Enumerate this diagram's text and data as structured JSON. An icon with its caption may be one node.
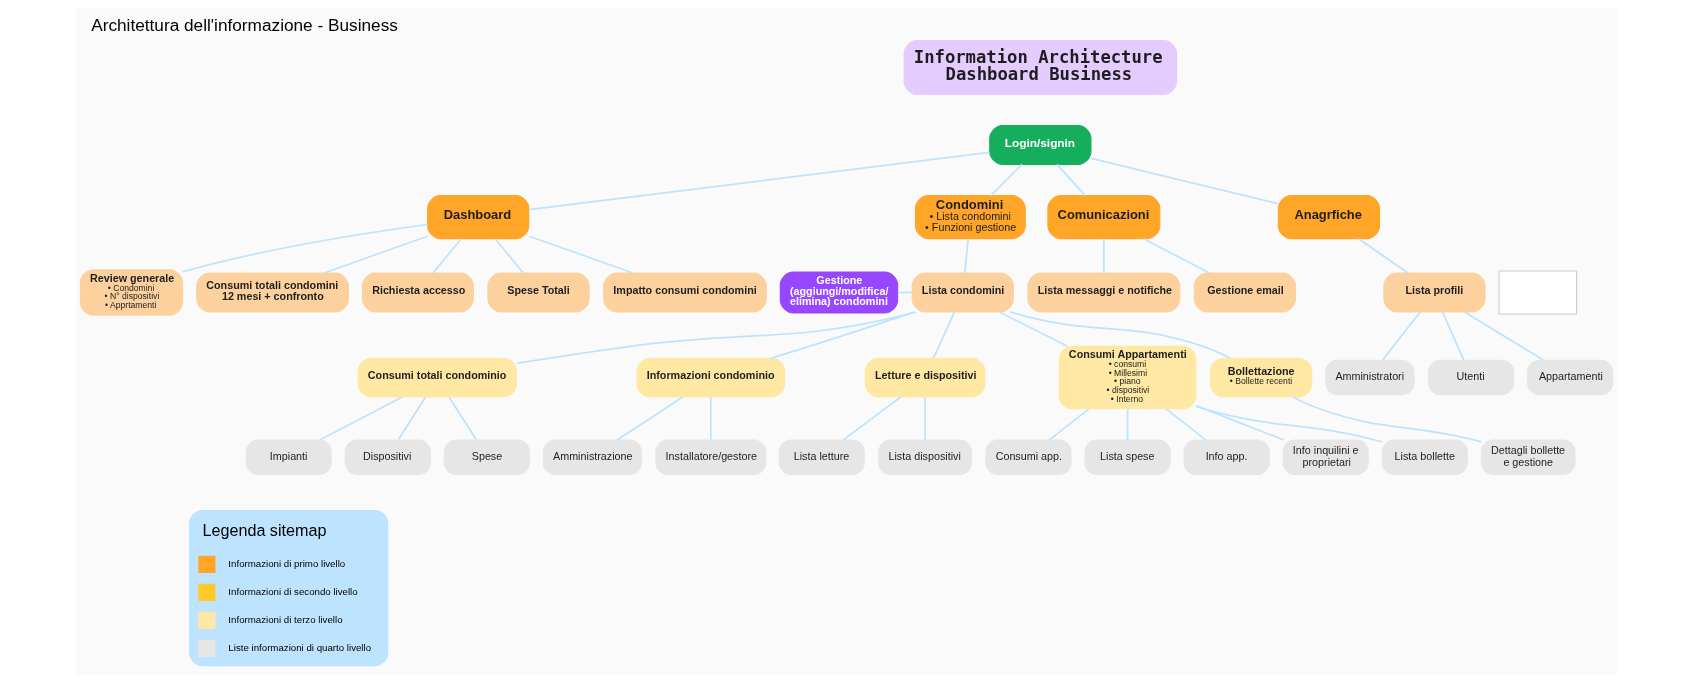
{
  "diagram": {
    "title": "Architettura dell'informazione - Business",
    "nodes": [
      {
        "text": [
          "Information Architecture Dashboard Business"
        ]
      },
      {
        "text": [
          "Login/signin"
        ]
      },
      {
        "text": [
          "Dashboard"
        ]
      },
      {
        "text": [
          "Condomini",
          "• Lista condomini",
          "• Funzioni gestione"
        ]
      },
      {
        "text": [
          "Comunicazioni"
        ]
      },
      {
        "text": [
          "Anagrfiche"
        ]
      },
      {
        "text": [
          "Review generale",
          "• Condomini",
          "• N° dispositivi",
          "• Apprtamenti"
        ]
      },
      {
        "text": [
          "Consumi totali condomini 12 mesi + confronto"
        ]
      },
      {
        "text": [
          "Richiesta accesso"
        ]
      },
      {
        "text": [
          "Spese Totali"
        ]
      },
      {
        "text": [
          "Impatto consumi condomini"
        ]
      },
      {
        "text": [],
        "shape": "box"
      },
      {
        "text": [
          "Gestione (aggiungi/modifica/ elimina) condomini"
        ]
      },
      {
        "text": [
          "Lista condomini"
        ]
      },
      {
        "text": [
          "Lista messaggi e notifiche"
        ]
      },
      {
        "text": [
          "Gestione email"
        ]
      },
      {
        "text": [
          "Lista profili"
        ]
      },
      {
        "text": [
          "Consumi totali condominio"
        ]
      },
      {
        "text": [
          "Informazioni condominio"
        ]
      },
      {
        "text": [
          "Letture e dispositivi"
        ]
      },
      {
        "text": [
          "Consumi Appartamenti",
          "• consumi",
          "• Millesimi",
          "• piano",
          "• dispositivi",
          "• Interno"
        ]
      },
      {
        "text": [
          "Bollettazione",
          "• Bollette recenti"
        ]
      },
      {
        "text": [
          "Impianti"
        ]
      },
      {
        "text": [
          "Dispositivi"
        ]
      },
      {
        "text": [
          "Spese"
        ]
      },
      {
        "text": [
          "Amministrazione"
        ]
      },
      {
        "text": [
          "Installatore/gestore"
        ]
      },
      {
        "text": [
          "Lista letture"
        ]
      },
      {
        "text": [
          "Lista dispositivi"
        ]
      },
      {
        "text": [
          "Dettagli bollette e gestione"
        ]
      },
      {
        "text": [
          "Consumi app."
        ]
      },
      {
        "text": [
          "Lista spese"
        ]
      },
      {
        "text": [
          "Info app."
        ]
      },
      {
        "text": [
          "Info inquilini e proprietari"
        ]
      },
      {
        "text": [
          "Lista bollette"
        ]
      },
      {
        "text": [
          "Amministratori"
        ]
      },
      {
        "text": [
          "Utenti"
        ]
      },
      {
        "text": [
          "Appartamenti"
        ]
      }
    ],
    "edges": [
      {
        "from": 1,
        "to": 2,
        "arrow": "none"
      },
      {
        "from": 1,
        "to": 3,
        "arrow": "none"
      },
      {
        "from": 1,
        "to": 4,
        "arrow": "none"
      },
      {
        "from": 1,
        "to": 5,
        "arrow": "none"
      },
      {
        "from": 2,
        "to": 6,
        "arrow": "none"
      },
      {
        "from": 2,
        "to": 7,
        "arrow": "none"
      },
      {
        "from": 2,
        "to": 8,
        "arrow": "none"
      },
      {
        "from": 2,
        "to": 9,
        "arrow": "none"
      },
      {
        "from": 2,
        "to": 10,
        "arrow": "none"
      },
      {
        "from": 3,
        "to": 13,
        "arrow": "none"
      },
      {
        "from": 12,
        "to": 13,
        "arrow": "none"
      },
      {
        "from": 4,
        "to": 14,
        "arrow": "none"
      },
      {
        "from": 4,
        "to": 15,
        "arrow": "none"
      },
      {
        "from": 5,
        "to": 16,
        "arrow": "none"
      },
      {
        "from": 13,
        "to": 17,
        "arrow": "none"
      },
      {
        "from": 13,
        "to": 18,
        "arrow": "none"
      },
      {
        "from": 13,
        "to": 19,
        "arrow": "none"
      },
      {
        "from": 13,
        "to": 20,
        "arrow": "none"
      },
      {
        "from": 13,
        "to": 21,
        "arrow": "none"
      },
      {
        "from": 16,
        "to": 35,
        "arrow": "none"
      },
      {
        "from": 16,
        "to": 36,
        "arrow": "none"
      },
      {
        "from": 16,
        "to": 37,
        "arrow": "none"
      },
      {
        "from": 17,
        "to": 22,
        "arrow": "none"
      },
      {
        "from": 17,
        "to": 23,
        "arrow": "none"
      },
      {
        "from": 17,
        "to": 24,
        "arrow": "none"
      },
      {
        "from": 18,
        "to": 25,
        "arrow": "none"
      },
      {
        "from": 18,
        "to": 26,
        "arrow": "none"
      },
      {
        "from": 19,
        "to": 27,
        "arrow": "none"
      },
      {
        "from": 19,
        "to": 28,
        "arrow": "none"
      },
      {
        "from": 21,
        "to": 29,
        "arrow": "none"
      },
      {
        "from": 20,
        "to": 30,
        "arrow": "none"
      },
      {
        "from": 20,
        "to": 31,
        "arrow": "none"
      },
      {
        "from": 20,
        "to": 32,
        "arrow": "none"
      },
      {
        "from": 20,
        "to": 33,
        "arrow": "none"
      },
      {
        "from": 20,
        "to": 34,
        "arrow": "none"
      }
    ],
    "labels": [
      "Legenda sitemap"
    ],
    "legend": [
      {
        "text": "Informazioni di primo livello",
        "color": "#ffa629"
      },
      {
        "text": "Informazioni di secondo livello",
        "color": "#ffc929"
      },
      {
        "text": "Informazioni di terzo livello",
        "color": "#ffe8a3"
      },
      {
        "text": "Liste informazioni di quarto livello",
        "color": "#e6e6e6"
      }
    ]
  }
}
